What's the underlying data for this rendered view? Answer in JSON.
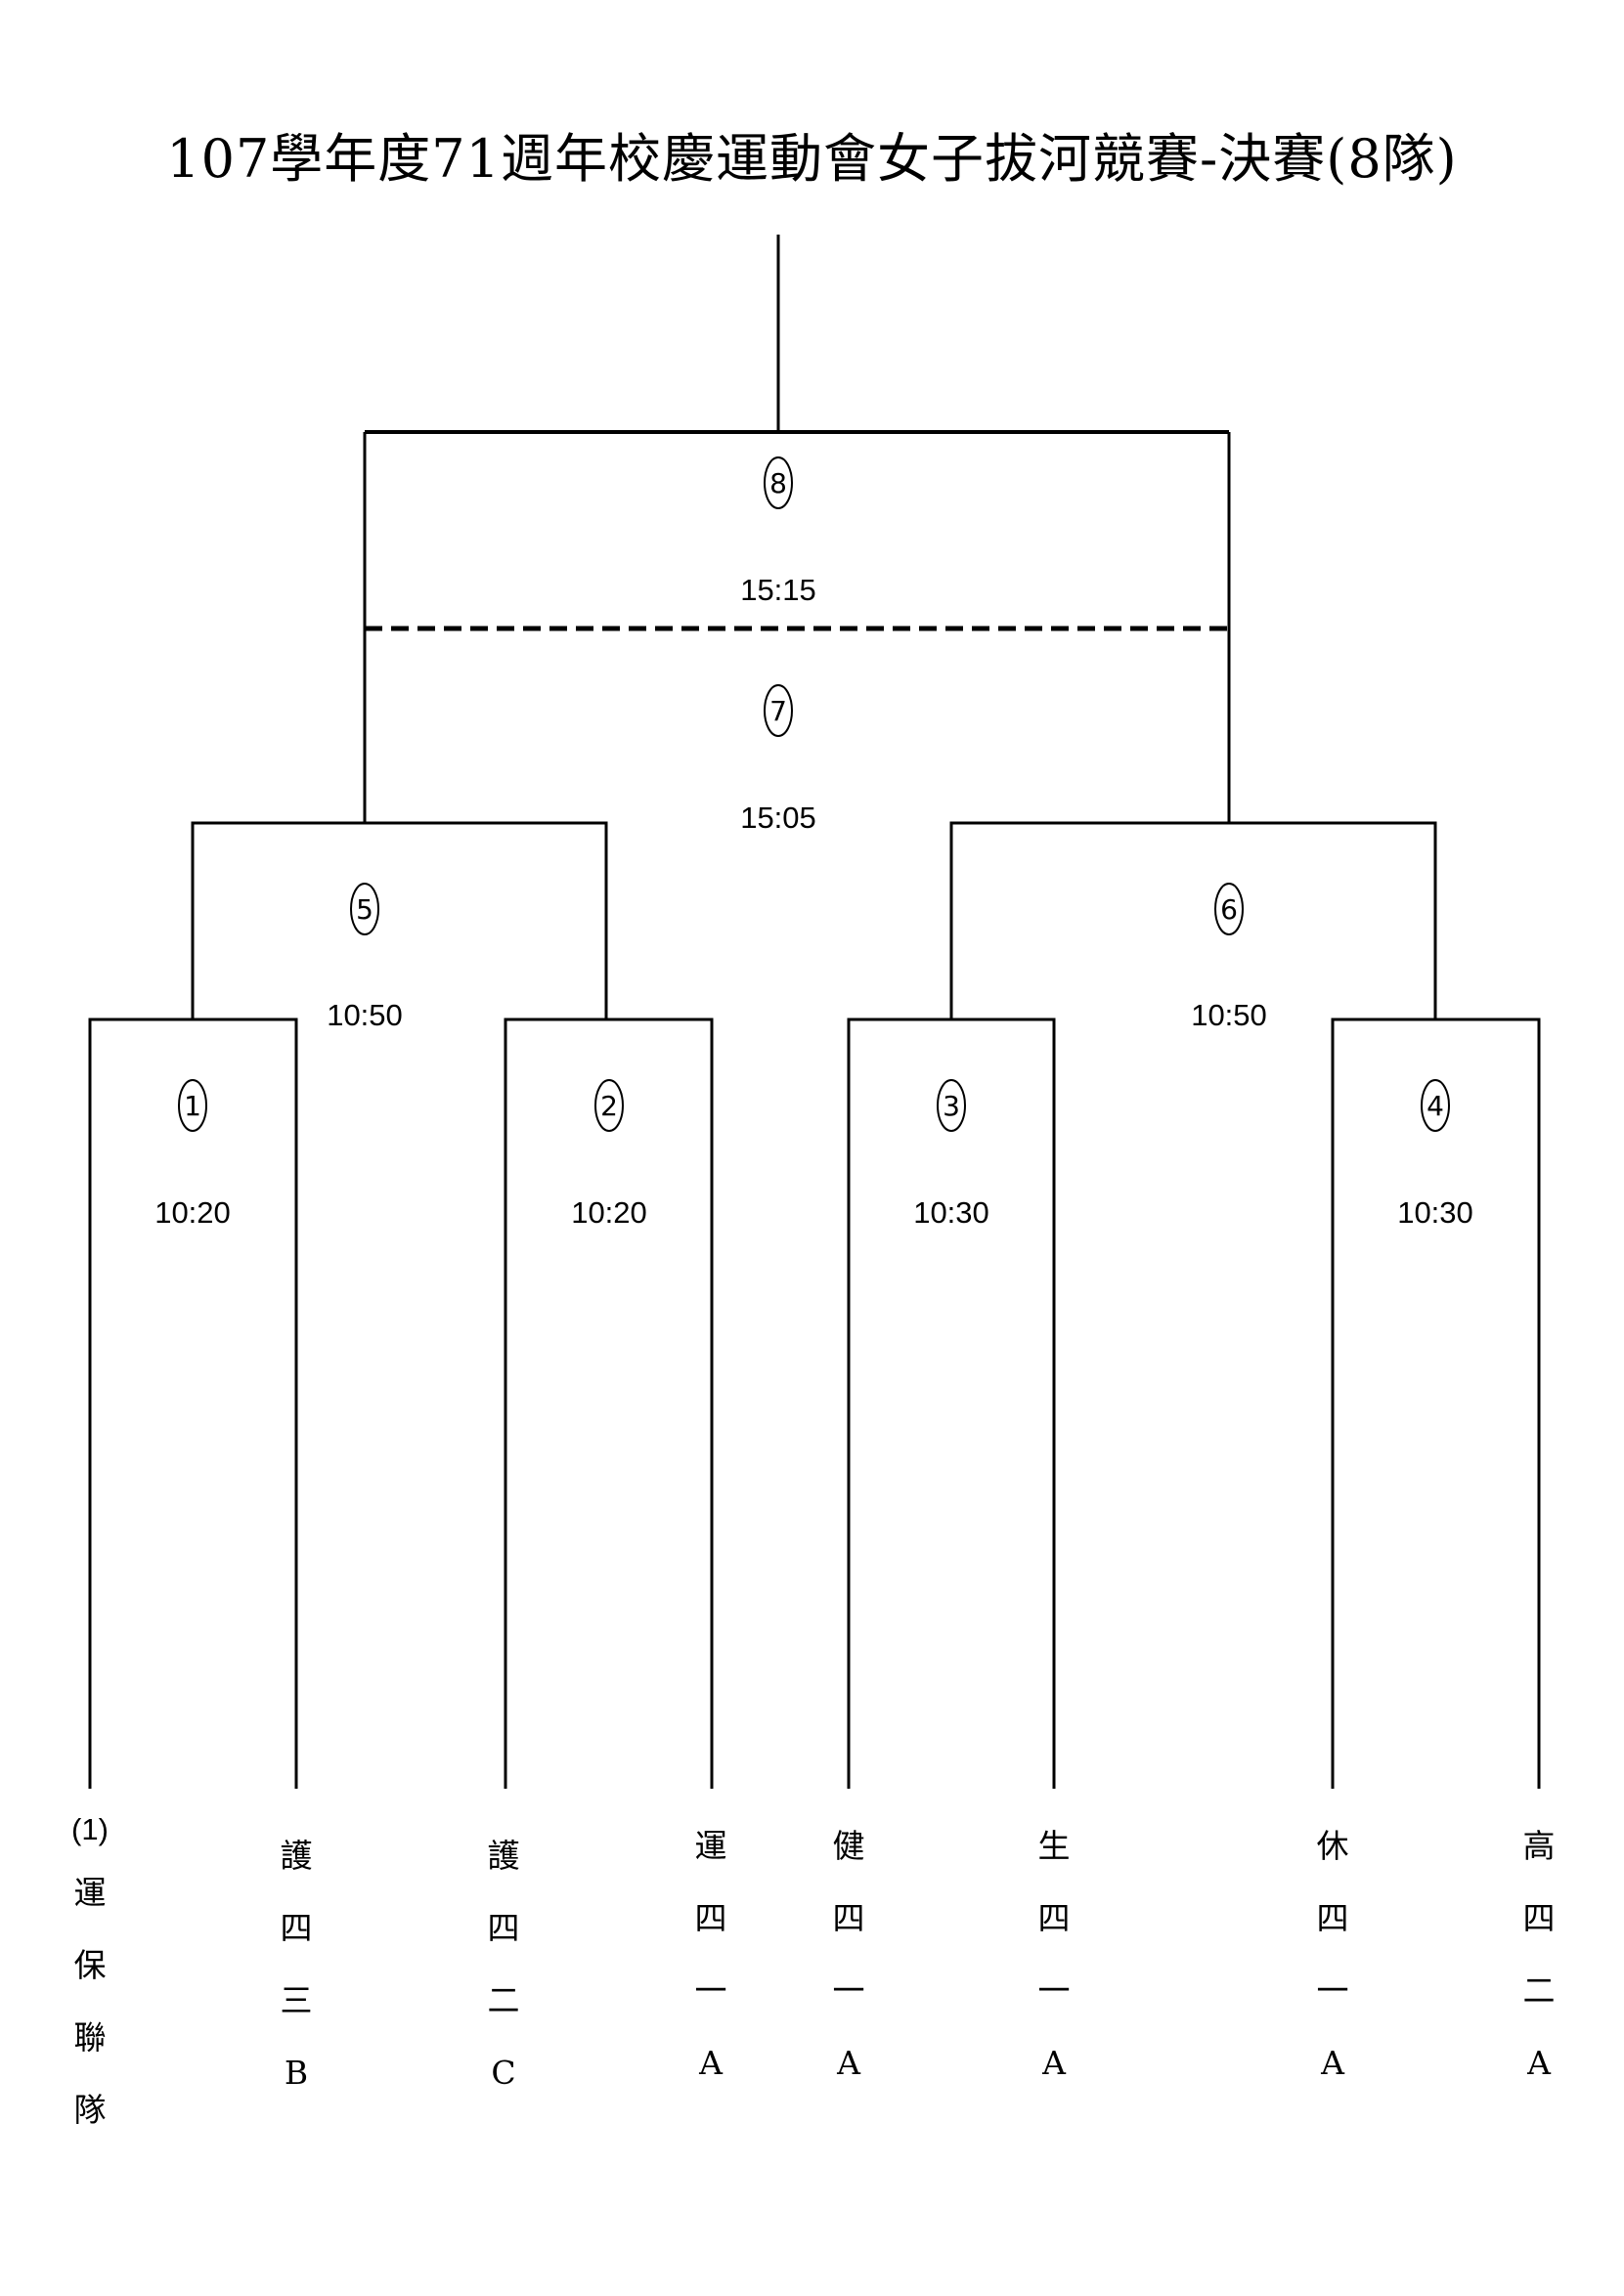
{
  "title": "107學年度71週年校慶運動會女子拔河競賽-決賽(8隊)",
  "matches": [
    {
      "no": "1",
      "time": "10:20"
    },
    {
      "no": "2",
      "time": "10:20"
    },
    {
      "no": "3",
      "time": "10:30"
    },
    {
      "no": "4",
      "time": "10:30"
    },
    {
      "no": "5",
      "time": "10:50"
    },
    {
      "no": "6",
      "time": "10:50"
    },
    {
      "no": "7",
      "time": "15:05"
    },
    {
      "no": "8",
      "time": "15:15"
    }
  ],
  "teams": [
    {
      "seed": "(1)",
      "chars": [
        "運",
        "保",
        "聯",
        "隊"
      ]
    },
    {
      "seed": "",
      "chars": [
        "護",
        "四",
        "三",
        "B"
      ]
    },
    {
      "seed": "",
      "chars": [
        "護",
        "四",
        "二",
        "C"
      ]
    },
    {
      "seed": "",
      "chars": [
        "運",
        "四",
        "一",
        "A"
      ]
    },
    {
      "seed": "",
      "chars": [
        "健",
        "四",
        "一",
        "A"
      ]
    },
    {
      "seed": "",
      "chars": [
        "生",
        "四",
        "一",
        "A"
      ]
    },
    {
      "seed": "",
      "chars": [
        "休",
        "四",
        "一",
        "A"
      ]
    },
    {
      "seed": "",
      "chars": [
        "高",
        "四",
        "二",
        "A"
      ]
    }
  ]
}
